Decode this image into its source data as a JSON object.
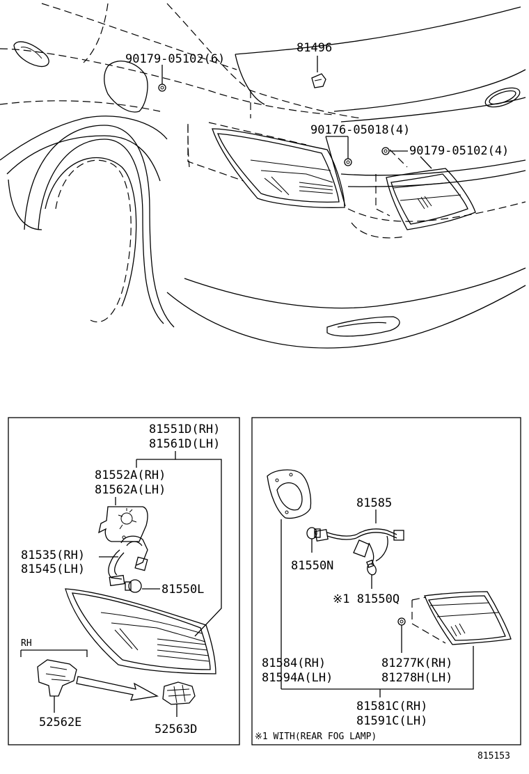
{
  "top": {
    "label_90179_6": "90179-05102(6)",
    "label_81496": "81496",
    "label_90176": "90176-05018(4)",
    "label_90179_4": "90179-05102(4)"
  },
  "left_panel": {
    "l1": "81551D(RH)",
    "l2": "81561D(LH)",
    "l3": "81552A(RH)",
    "l4": "81562A(LH)",
    "l5": "81535(RH)",
    "l6": "81545(LH)",
    "l7": "81550L",
    "rh": "RH",
    "l8": "52562E",
    "l9": "52563D"
  },
  "right_panel": {
    "r1": "81585",
    "r2": "81550N",
    "r3": "※1 81550Q",
    "r4": "81584(RH)",
    "r5": "81594A(LH)",
    "r6": "81277K(RH)",
    "r7": "81278H(LH)",
    "r8": "81581C(RH)",
    "r9": "81591C(LH)",
    "note": "※1 WITH(REAR FOG LAMP)"
  },
  "diagram_id": "815153"
}
